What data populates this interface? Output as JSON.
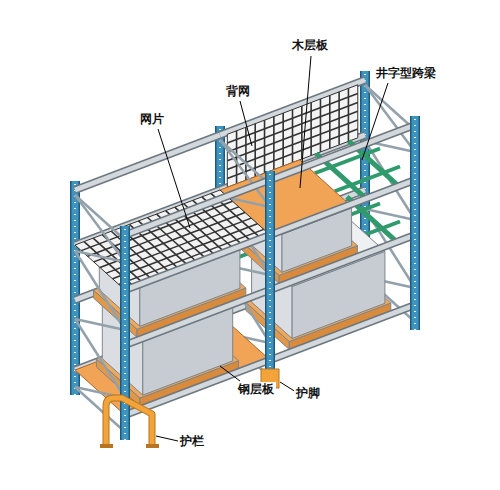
{
  "diagram": {
    "labels": [
      "木层板",
      "背网",
      "井字型跨梁",
      "网片",
      "钢层板",
      "护脚",
      "护栏"
    ]
  }
}
